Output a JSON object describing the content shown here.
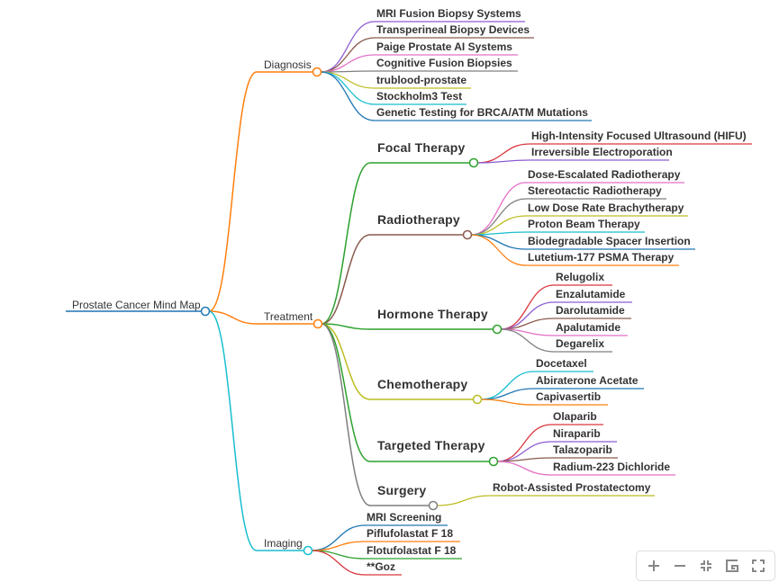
{
  "title": "Prostate Cancer Mind Map",
  "colors": {
    "red": "#d9363e",
    "purple": "#8c5bd1",
    "brown": "#8b5a4d",
    "pink": "#e36fc7",
    "gray": "#7f7f7f",
    "olive": "#bcbd22",
    "cyan": "#17becf",
    "blue": "#1f77b4",
    "orange": "#ff7f0e",
    "green": "#2ca02c"
  },
  "root": {
    "label": "Prostate Cancer Mind Map",
    "color": "blue",
    "children": [
      {
        "label": "Diagnosis",
        "color": "orange",
        "children": [
          {
            "label": "MRI Fusion Biopsy Systems",
            "color": "purple"
          },
          {
            "label": "Transperineal Biopsy Devices",
            "color": "brown"
          },
          {
            "label": "Paige Prostate AI Systems",
            "color": "pink"
          },
          {
            "label": "Cognitive Fusion Biopsies",
            "color": "gray"
          },
          {
            "label": "trublood-prostate",
            "color": "olive"
          },
          {
            "label": "Stockholm3 Test",
            "color": "cyan"
          },
          {
            "label": "Genetic Testing for BRCA/ATM Mutations",
            "color": "blue"
          }
        ]
      },
      {
        "label": "Treatment",
        "color": "orange",
        "children": [
          {
            "label": "Focal Therapy",
            "color": "green",
            "children": [
              {
                "label": "High-Intensity Focused Ultrasound (HIFU)",
                "color": "red"
              },
              {
                "label": "Irreversible Electroporation",
                "color": "purple"
              }
            ]
          },
          {
            "label": "Radiotherapy",
            "color": "brown",
            "children": [
              {
                "label": "Dose-Escalated Radiotherapy",
                "color": "pink"
              },
              {
                "label": "Stereotactic Radiotherapy",
                "color": "gray"
              },
              {
                "label": "Low Dose Rate Brachytherapy",
                "color": "olive"
              },
              {
                "label": "Proton Beam Therapy",
                "color": "cyan"
              },
              {
                "label": "Biodegradable Spacer Insertion",
                "color": "blue"
              },
              {
                "label": "Lutetium-177 PSMA Therapy",
                "color": "orange"
              }
            ]
          },
          {
            "label": "Hormone Therapy",
            "color": "green",
            "children": [
              {
                "label": "Relugolix",
                "color": "red"
              },
              {
                "label": "Enzalutamide",
                "color": "purple"
              },
              {
                "label": "Darolutamide",
                "color": "brown"
              },
              {
                "label": "Apalutamide",
                "color": "pink"
              },
              {
                "label": "Degarelix",
                "color": "gray"
              }
            ]
          },
          {
            "label": "Chemotherapy",
            "color": "olive",
            "children": [
              {
                "label": "Docetaxel",
                "color": "cyan"
              },
              {
                "label": "Abiraterone Acetate",
                "color": "blue"
              },
              {
                "label": "Capivasertib",
                "color": "orange"
              }
            ]
          },
          {
            "label": "Targeted Therapy",
            "color": "green",
            "children": [
              {
                "label": "Olaparib",
                "color": "red"
              },
              {
                "label": "Niraparib",
                "color": "purple"
              },
              {
                "label": "Talazoparib",
                "color": "brown"
              },
              {
                "label": "Radium-223 Dichloride",
                "color": "pink"
              }
            ]
          },
          {
            "label": "Surgery",
            "color": "gray",
            "children": [
              {
                "label": "Robot-Assisted Prostatectomy",
                "color": "olive"
              }
            ]
          }
        ]
      },
      {
        "label": "Imaging",
        "color": "cyan",
        "children": [
          {
            "label": "MRI Screening",
            "color": "blue"
          },
          {
            "label": "Piflufolastat F 18",
            "color": "orange"
          },
          {
            "label": "Flotufolastat F 18",
            "color": "green"
          },
          {
            "label": "**Goz",
            "color": "red"
          }
        ]
      }
    ]
  },
  "toolbar": {
    "zoom_in": "zoom-in",
    "zoom_out": "zoom-out",
    "fit": "fit-to-view",
    "layout": "toggle-layout",
    "fullscreen": "fullscreen"
  }
}
